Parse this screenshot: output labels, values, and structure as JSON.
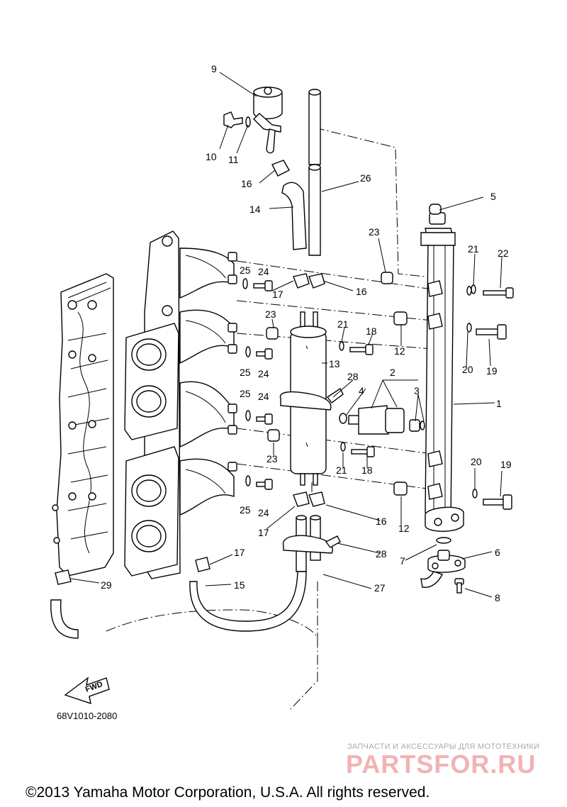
{
  "diagram": {
    "part_callouts": [
      "1",
      "2",
      "3",
      "4",
      "5",
      "6",
      "7",
      "8",
      "9",
      "10",
      "11",
      "12",
      "13",
      "14",
      "15",
      "16",
      "17",
      "18",
      "19",
      "20",
      "21",
      "22",
      "23",
      "24",
      "25",
      "26",
      "27",
      "28",
      "29"
    ],
    "drawing_code": "68V1010-2080",
    "forward_marker": "FWD",
    "copyright": "©2013 Yamaha Motor Corporation, U.S.A. All rights reserved.",
    "watermark_tagline": "ЗАПЧАСТИ И АКСЕССУАРЫ ДЛЯ МОТОТЕХНИКИ",
    "watermark_logo": "PARTSFOR.RU"
  }
}
